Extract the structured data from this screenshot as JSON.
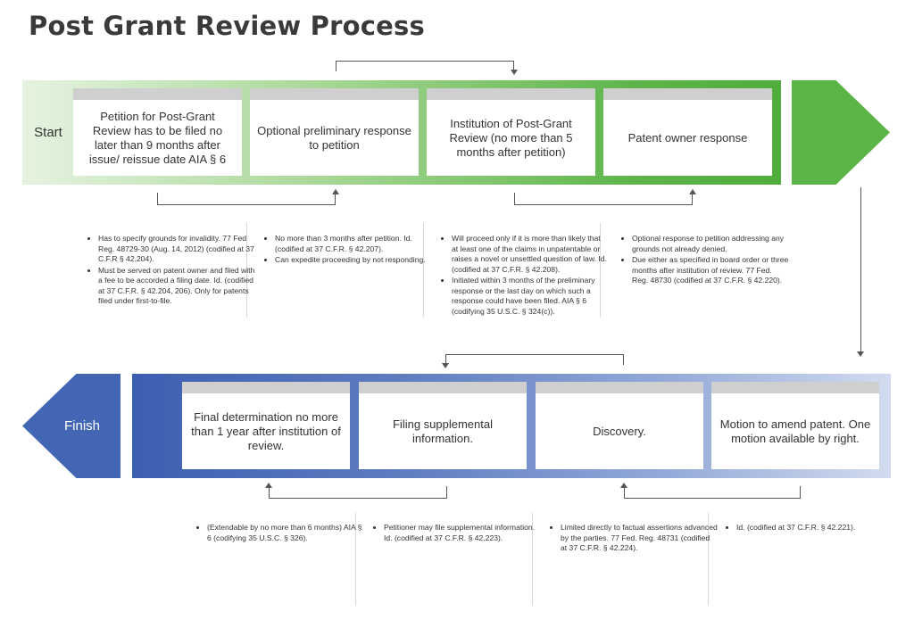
{
  "title": "Post Grant Review Process",
  "start_label": "Start",
  "finish_label": "Finish",
  "colors": {
    "green": "#5ab546",
    "blue": "#4266b4",
    "card_header": "#cfcfcf"
  },
  "top_steps": [
    {
      "label": "Petition for Post-Grant Review has to be filed no later than 9 months after issue/ reissue date AIA § 6",
      "notes": [
        "Has to specify grounds for invalidity. 77 Fed Reg. 48729-30 (Aug. 14, 2012) (codified at 37 C.F.R § 42.204).",
        "Must be served on patent owner and filed with a fee to be accorded a filing date. Id. (codified at 37 C.F.R. § 42.204, 206). Only for patents filed under first-to-file."
      ]
    },
    {
      "label": "Optional preliminary response to petition",
      "notes": [
        "No more than 3 months after petition. Id. (codified at 37 C.F.R. § 42.207).",
        "Can expedite proceeding by not responding."
      ]
    },
    {
      "label": "Institution of Post-Grant Review (no more than 5 months after petition)",
      "notes": [
        "Will proceed only if it is more than likely that at least one of the claims in unpatentable or raises a novel or unsettled question of law. Id. (codified at 37 C.F.R. § 42.208).",
        "Initiated within 3 months of the preliminary response or the last day on which such a response could have been filed. AIA § 6 (codifying 35 U.S.C. § 324(c))."
      ]
    },
    {
      "label": "Patent owner response",
      "notes": [
        "Optional response to petition addressing any grounds not already denied.",
        "Due either as specified in board order or three months after institution of review. 77 Fed. Reg. 48730 (codified at 37 C.F.R. § 42.220)."
      ]
    }
  ],
  "bottom_steps": [
    {
      "label": "Final determination no more than 1 year after institution of review.",
      "notes": [
        "(Extendable by no more than 6 months) AIA § 6 (codifying 35 U.S.C. § 326)."
      ]
    },
    {
      "label": "Filing supplemental information.",
      "notes": [
        "Petitioner may file supplemental information. Id. (codified at 37 C.F.R. § 42.223)."
      ]
    },
    {
      "label": "Discovery.",
      "notes": [
        "Limited directly to factual assertions advanced by the parties. 77 Fed. Reg. 48731 (codified at 37 C.F.R. § 42.224)."
      ]
    },
    {
      "label": "Motion to amend patent. One motion available by right.",
      "notes": [
        "Id. (codified at 37 C.F.R. § 42.221)."
      ]
    }
  ]
}
